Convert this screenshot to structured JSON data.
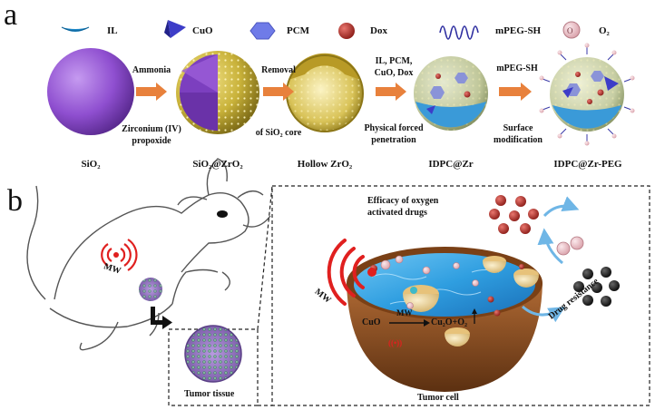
{
  "panels": {
    "a": "a",
    "b": "b"
  },
  "legend": [
    {
      "icon": "ionic-liquid-icon",
      "label": "IL"
    },
    {
      "icon": "cuo-icon",
      "label": "CuO"
    },
    {
      "icon": "pcm-hexagon-icon",
      "label": "PCM"
    },
    {
      "icon": "dox-sphere-icon",
      "label": "Dox"
    },
    {
      "icon": "mpeg-sh-chain-icon",
      "label": "mPEG-SH"
    },
    {
      "icon": "oxygen-bubble-icon",
      "label": "O₂"
    }
  ],
  "steps": [
    {
      "above": "Ammonia",
      "below": "Zirconium (IV)\npropoxide"
    },
    {
      "above": "Removal",
      "below": "of SiO₂ core"
    },
    {
      "above": "IL, PCM,\nCuO, Dox",
      "below": "Physical forced\npenetration"
    },
    {
      "above": "mPEG-SH",
      "below": "Surface\nmodification"
    }
  ],
  "stages": [
    "SiO₂",
    "SiO₂@ZrO₂",
    "Hollow ZrO₂",
    "IDPC@Zr",
    "IDPC@Zr-PEG"
  ],
  "panel_b": {
    "mw_label": "MW",
    "tumor_tissue": "Tumor tissue",
    "tumor_cell": "Tumor cell",
    "efficacy": "Efficacy of oxygen\nactivated drugs",
    "drug_resistance": "Drug resistance",
    "reaction": {
      "left": "CuO",
      "over_arrow": "MW",
      "right": "Cu₂O+O₂",
      "wave": "((•))"
    }
  },
  "colors": {
    "arrow_orange": "#e8813c",
    "silica_purple": "#8f4fd0",
    "zirconia_gold": "#c9b23a",
    "cell_brown": "#8a4e22",
    "water_blue": "#2f9ee0",
    "mw_red": "#e0201f",
    "dox_red": "#b4302c"
  }
}
